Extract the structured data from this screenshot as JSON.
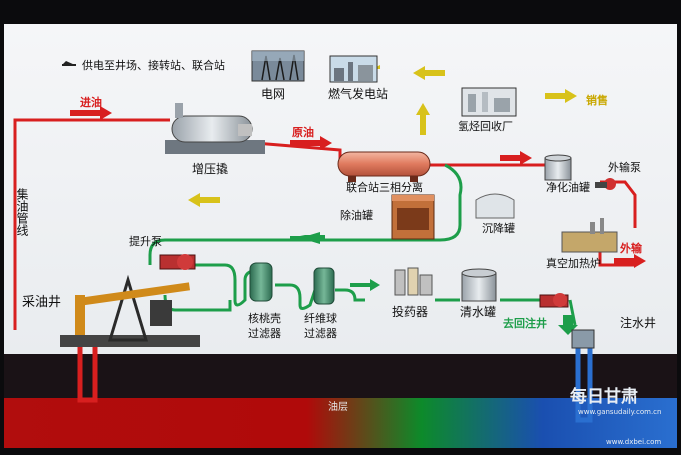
{
  "labels": {
    "power_supply": "供电至井场、接转站、联合站",
    "grid": "电网",
    "gas_power": "燃气发电站",
    "hydrocarbon_recovery": "氢烃回收厂",
    "export_sale": "销售",
    "in_oil": "进油",
    "booster": "增压撬",
    "crude": "原油",
    "separator": "联合站三相分离",
    "purified_tank": "净化油罐",
    "export_pump": "外输泵",
    "settle_tank": "沉降罐",
    "oil_removal_tank": "除油罐",
    "vacuum_furnace": "真空加热炉",
    "export": "外输",
    "lift_pump": "提升泵",
    "gathering_line": "集油管线",
    "walnut_filter": "核桃壳\n过滤器",
    "fiber_filter": "纤维球\n过滤器",
    "dosing": "投药器",
    "clear_tank": "清水罐",
    "to_injection_well": "去回注井",
    "injection_well": "注水井",
    "production_well": "采油井",
    "layer_bottom": "油层"
  },
  "watermark": {
    "brand": "每日甘肃",
    "url": "www.gansudaily.com.cn",
    "sub": "www.dxbei.com"
  },
  "colors": {
    "oil_pipe": "#d81f1f",
    "water_pipe": "#1d9e4a",
    "gas_arrow": "#d8c21a"
  }
}
